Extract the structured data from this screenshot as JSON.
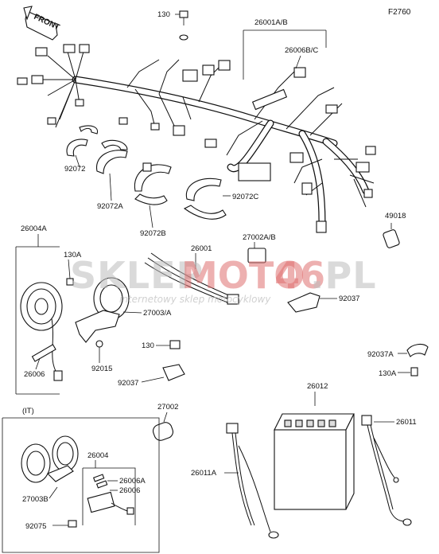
{
  "figure_code": "F2760",
  "front_label": "FRONT",
  "watermark": {
    "main_a": "SKLEP",
    "main_b": "MOTO",
    "main_c": "46",
    "main_d": ".PL",
    "tagline": "internetowy sklep motocyklowy"
  },
  "parts": {
    "p130_top": "130",
    "p26001AB": "26001A/B",
    "p26006BC": "26006B/C",
    "p92072": "92072",
    "p92072A": "92072A",
    "p92072B": "92072B",
    "p92072C": "92072C",
    "p49018": "49018",
    "p26004A": "26004A",
    "p130A_left": "130A",
    "p26001": "26001",
    "p27002AB": "27002A/B",
    "p27003A": "27003/A",
    "p92037_right": "92037",
    "p26006": "26006",
    "p92015": "92015",
    "p130_mid": "130",
    "p92037_mid": "92037",
    "p92037A": "92037A",
    "p130A_right": "130A",
    "p27002": "27002",
    "p26012": "26012",
    "p26011": "26011",
    "p26011A": "26011A",
    "it_label": "(IT)",
    "it_26004": "26004",
    "it_26006A": "26006A",
    "it_26006": "26006",
    "it_27003B": "27003B",
    "it_92075": "92075"
  }
}
